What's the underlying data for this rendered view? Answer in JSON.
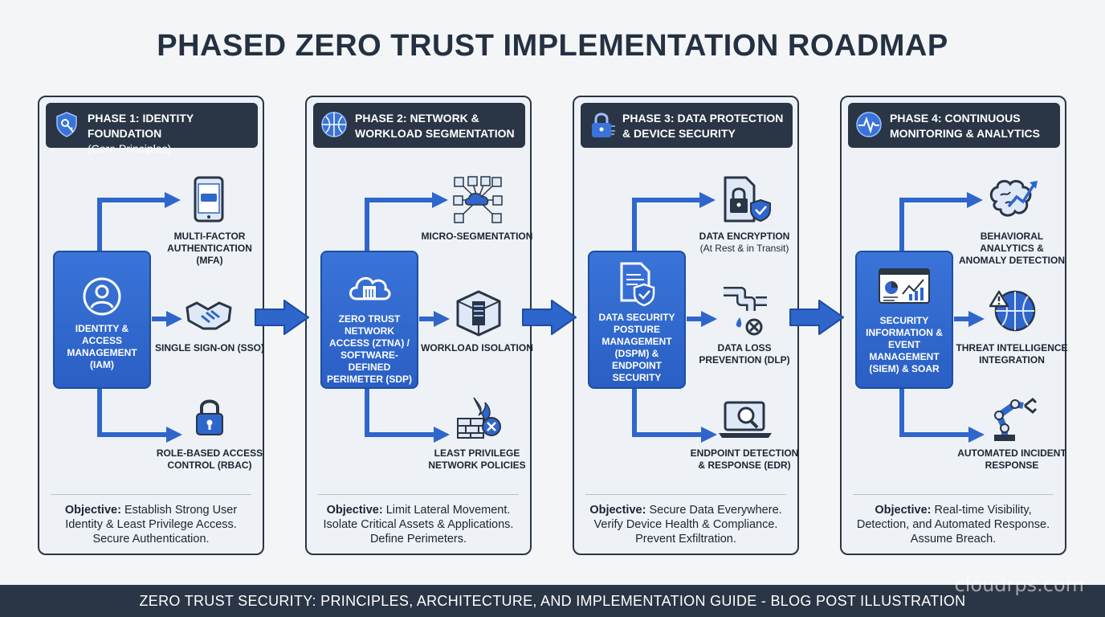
{
  "title": "PHASED ZERO TRUST IMPLEMENTATION ROADMAP",
  "phases": [
    {
      "title": "PHASE 1: IDENTITY FOUNDATION",
      "subtitle": "(Core Principles)",
      "icon": "shield-key-icon",
      "core": "IDENTITY & ACCESS MANAGEMENT (IAM)",
      "core_icon": "user-icon",
      "items": [
        {
          "label": "MULTI-FACTOR AUTHENTICATION (MFA)",
          "icon": "smartphone-icon"
        },
        {
          "label": "SINGLE SIGN-ON (SSO)",
          "icon": "handshake-icon"
        },
        {
          "label": "ROLE-BASED ACCESS CONTROL (RBAC)",
          "icon": "padlock-icon"
        }
      ],
      "objective_label": "Objective:",
      "objective_text": "Establish Strong User Identity & Least Privilege Access. Secure Authentication."
    },
    {
      "title": "PHASE 2: NETWORK & WORKLOAD SEGMENTATION",
      "subtitle": "",
      "icon": "network-globe-icon",
      "core": "ZERO TRUST NETWORK ACCESS (ZTNA) / SOFTWARE-DEFINED PERIMETER (SDP)",
      "core_icon": "cloud-building-icon",
      "items": [
        {
          "label": "MICRO-SEGMENTATION",
          "icon": "segment-network-icon"
        },
        {
          "label": "WORKLOAD ISOLATION",
          "icon": "server-cube-icon"
        },
        {
          "label": "LEAST PRIVILEGE NETWORK POLICIES",
          "icon": "firewall-icon"
        }
      ],
      "objective_label": "Objective:",
      "objective_text": "Limit Lateral Movement. Isolate Critical Assets & Applications. Define Perimeters."
    },
    {
      "title": "PHASE 3: DATA PROTECTION & DEVICE SECURITY",
      "subtitle": "",
      "icon": "padlock-circuit-icon",
      "core": "DATA SECURITY POSTURE MANAGEMENT (DSPM) & ENDPOINT SECURITY",
      "core_icon": "document-shield-icon",
      "items": [
        {
          "label": "DATA ENCRYPTION",
          "label2": "(At Rest & in Transit)",
          "icon": "locked-file-icon"
        },
        {
          "label": "DATA LOSS PREVENTION (DLP)",
          "icon": "leaking-pipe-icon"
        },
        {
          "label": "ENDPOINT DETECTION & RESPONSE (EDR)",
          "icon": "laptop-search-icon"
        }
      ],
      "objective_label": "Objective:",
      "objective_text": "Secure Data Everywhere. Verify Device Health & Compliance. Prevent Exfiltration."
    },
    {
      "title": "PHASE 4: CONTINUOUS MONITORING & ANALYTICS",
      "subtitle": "",
      "icon": "heartbeat-monitor-icon",
      "core": "SECURITY INFORMATION & EVENT MANAGEMENT (SIEM) & SOAR",
      "core_icon": "dashboard-icon",
      "items": [
        {
          "label": "BEHAVIORAL ANALYTICS & ANOMALY DETECTION",
          "icon": "brain-chart-icon"
        },
        {
          "label": "THREAT INTELLIGENCE INTEGRATION",
          "icon": "globe-warning-icon"
        },
        {
          "label": "AUTOMATED INCIDENT RESPONSE",
          "icon": "robot-arm-icon"
        }
      ],
      "objective_label": "Objective:",
      "objective_text": "Real-time Visibility, Detection, and Automated Response. Assume Breach."
    }
  ],
  "footer": "ZERO TRUST SECURITY: PRINCIPLES, ARCHITECTURE, AND IMPLEMENTATION GUIDE - BLOG POST ILLUSTRATION",
  "watermark": "cloudrps.com",
  "colors": {
    "dark": "#2a3545",
    "blue": "#2f66cc",
    "panel_bg": "#eef2f7",
    "page_bg": "#f4f5f7"
  }
}
